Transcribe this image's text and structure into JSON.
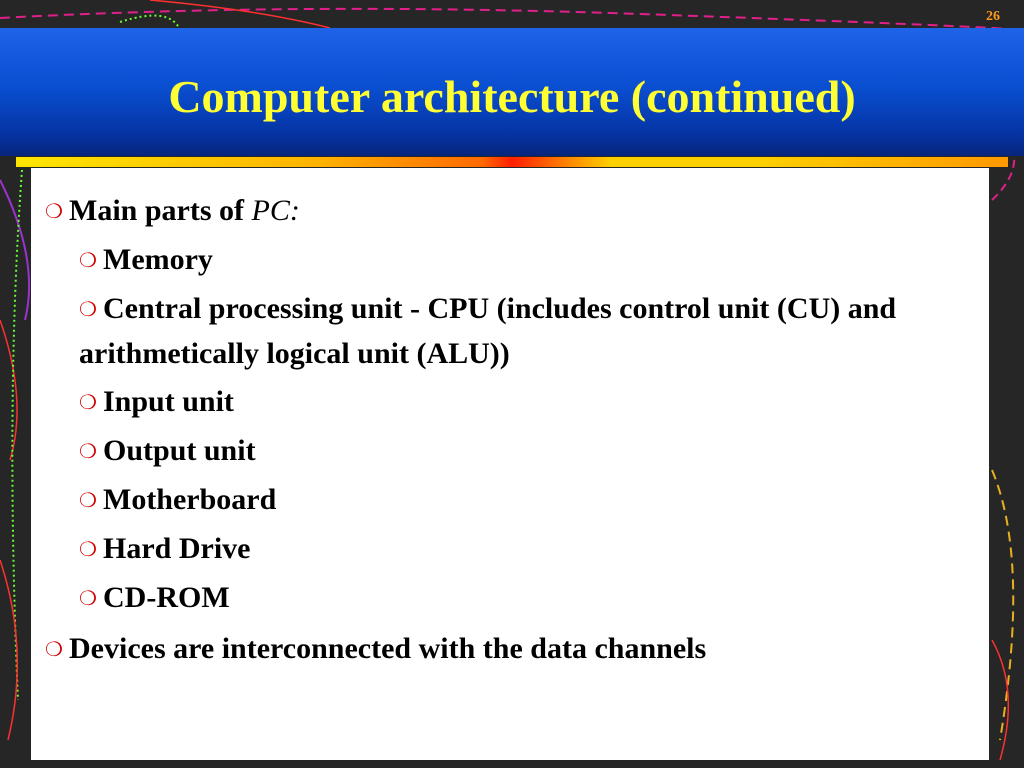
{
  "slide": {
    "number": "26",
    "title": "Computer architecture (continued)"
  },
  "bullets": {
    "glyph": "❍",
    "main_parts_label": "Main parts of",
    "main_parts_term": "PC:",
    "sub_items": [
      "Memory",
      "Central processing unit - CPU (includes control unit (CU) and arithmetically logical unit (ALU))",
      "Input unit",
      "Output unit",
      "Motherboard",
      "Hard Drive",
      "CD-ROM"
    ],
    "devices": "Devices are interconnected with the data channels"
  },
  "colors": {
    "title": "#ffff33",
    "header_blue": "#0a4fd2",
    "bullet": "#d00000",
    "slide_number": "#ff9a1a"
  }
}
